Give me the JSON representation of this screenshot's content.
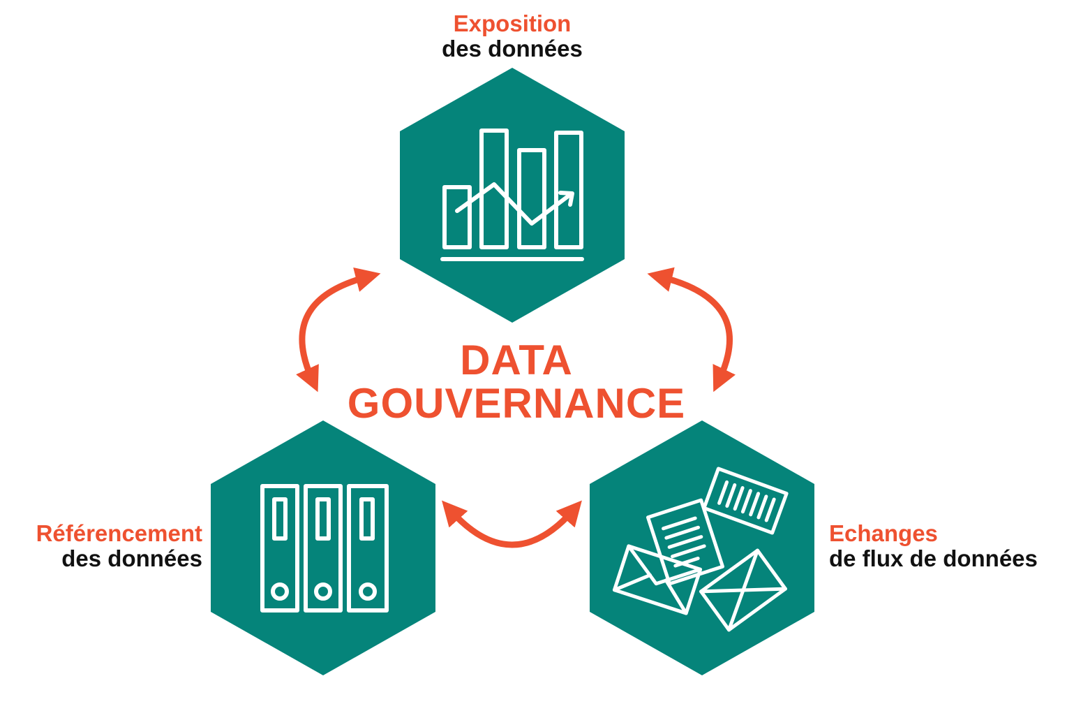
{
  "colors": {
    "hexagon": "#05847A",
    "accent": "#EE5130",
    "text": "#111111",
    "icon": "#ffffff"
  },
  "center": {
    "line1": "DATA",
    "line2": "GOUVERNANCE"
  },
  "nodes": {
    "exposition": {
      "title": "Exposition",
      "subtitle": "des données",
      "icon": "bar-chart-icon"
    },
    "referencement": {
      "title": "Référencement",
      "subtitle": "des données",
      "icon": "binders-icon"
    },
    "echanges": {
      "title": "Echanges",
      "subtitle": "de flux de données",
      "icon": "documents-envelopes-icon"
    }
  },
  "arrows": [
    "bidirectional-arrow-left",
    "bidirectional-arrow-right",
    "bidirectional-arrow-bottom"
  ]
}
